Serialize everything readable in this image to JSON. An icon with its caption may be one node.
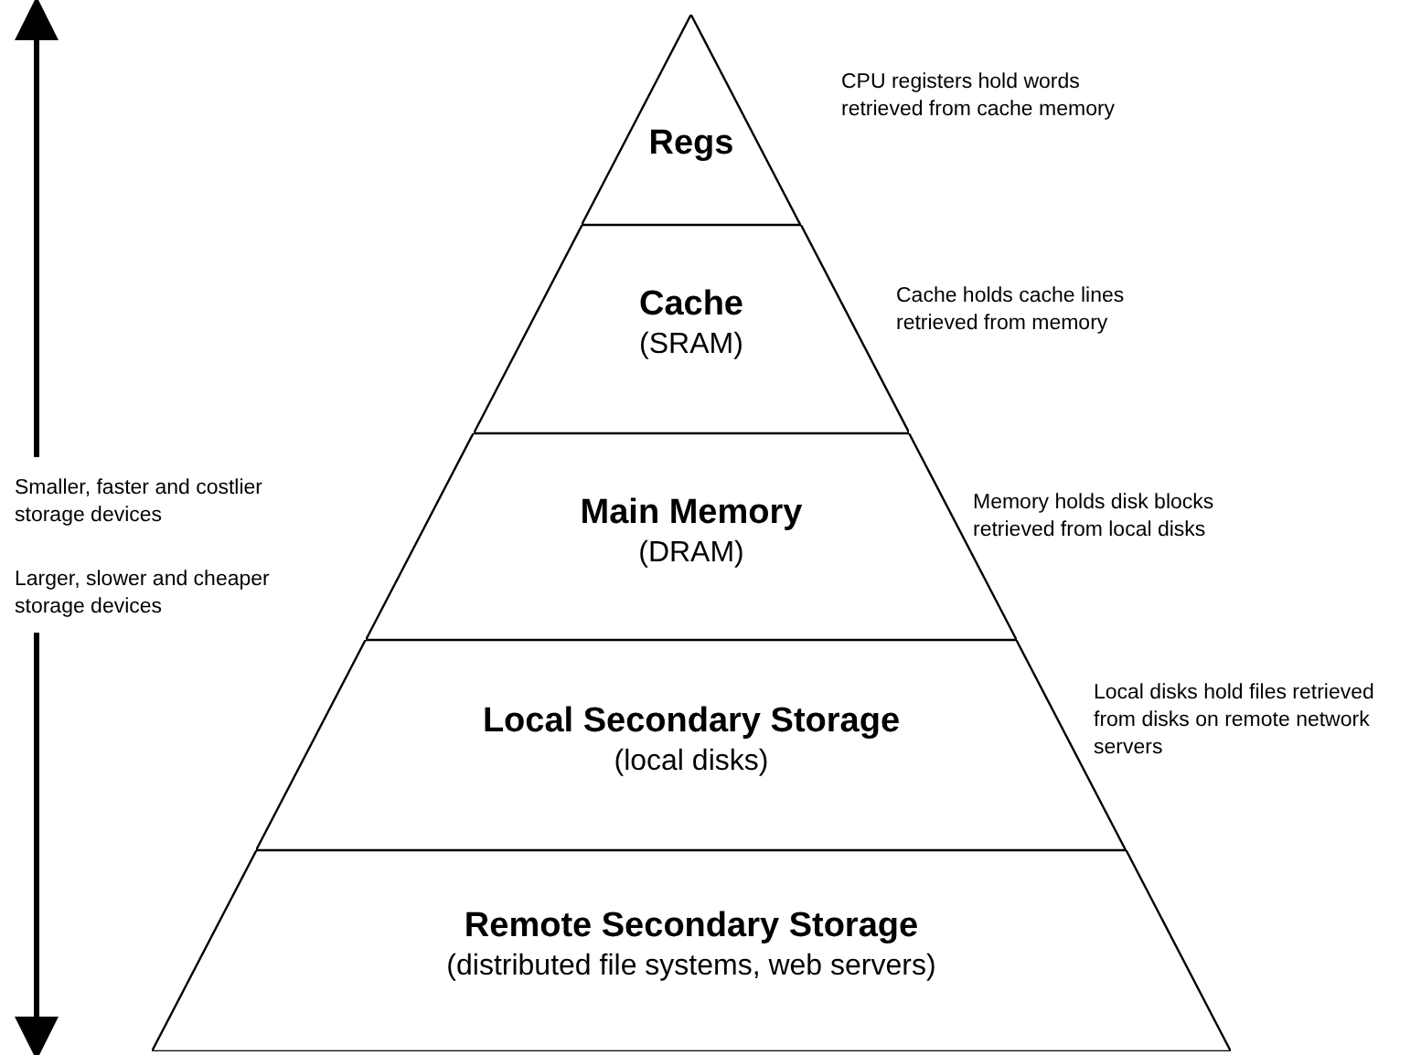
{
  "diagram": {
    "nodes": [
      {
        "text": [
          "Regs"
        ],
        "beside": [
          "CPU registers hold words retrieved from cache memory"
        ]
      },
      {
        "text": [
          "Cache",
          "(SRAM)"
        ],
        "beside": [
          "Cache holds cache lines retrieved from memory"
        ]
      },
      {
        "text": [
          "Main Memory",
          "(DRAM)"
        ],
        "beside": [
          "Memory holds disk blocks retrieved from local disks"
        ]
      },
      {
        "text": [
          "Local Secondary Storage",
          "(local disks)"
        ],
        "beside": [
          "Local disks hold files retrieved from disks on remote network servers"
        ]
      },
      {
        "text": [
          "Remote Secondary Storage",
          "(distributed file systems, web servers)"
        ]
      }
    ],
    "labels": [
      "Smaller, faster and costlier storage devices",
      "Larger, slower and cheaper storage devices"
    ]
  }
}
